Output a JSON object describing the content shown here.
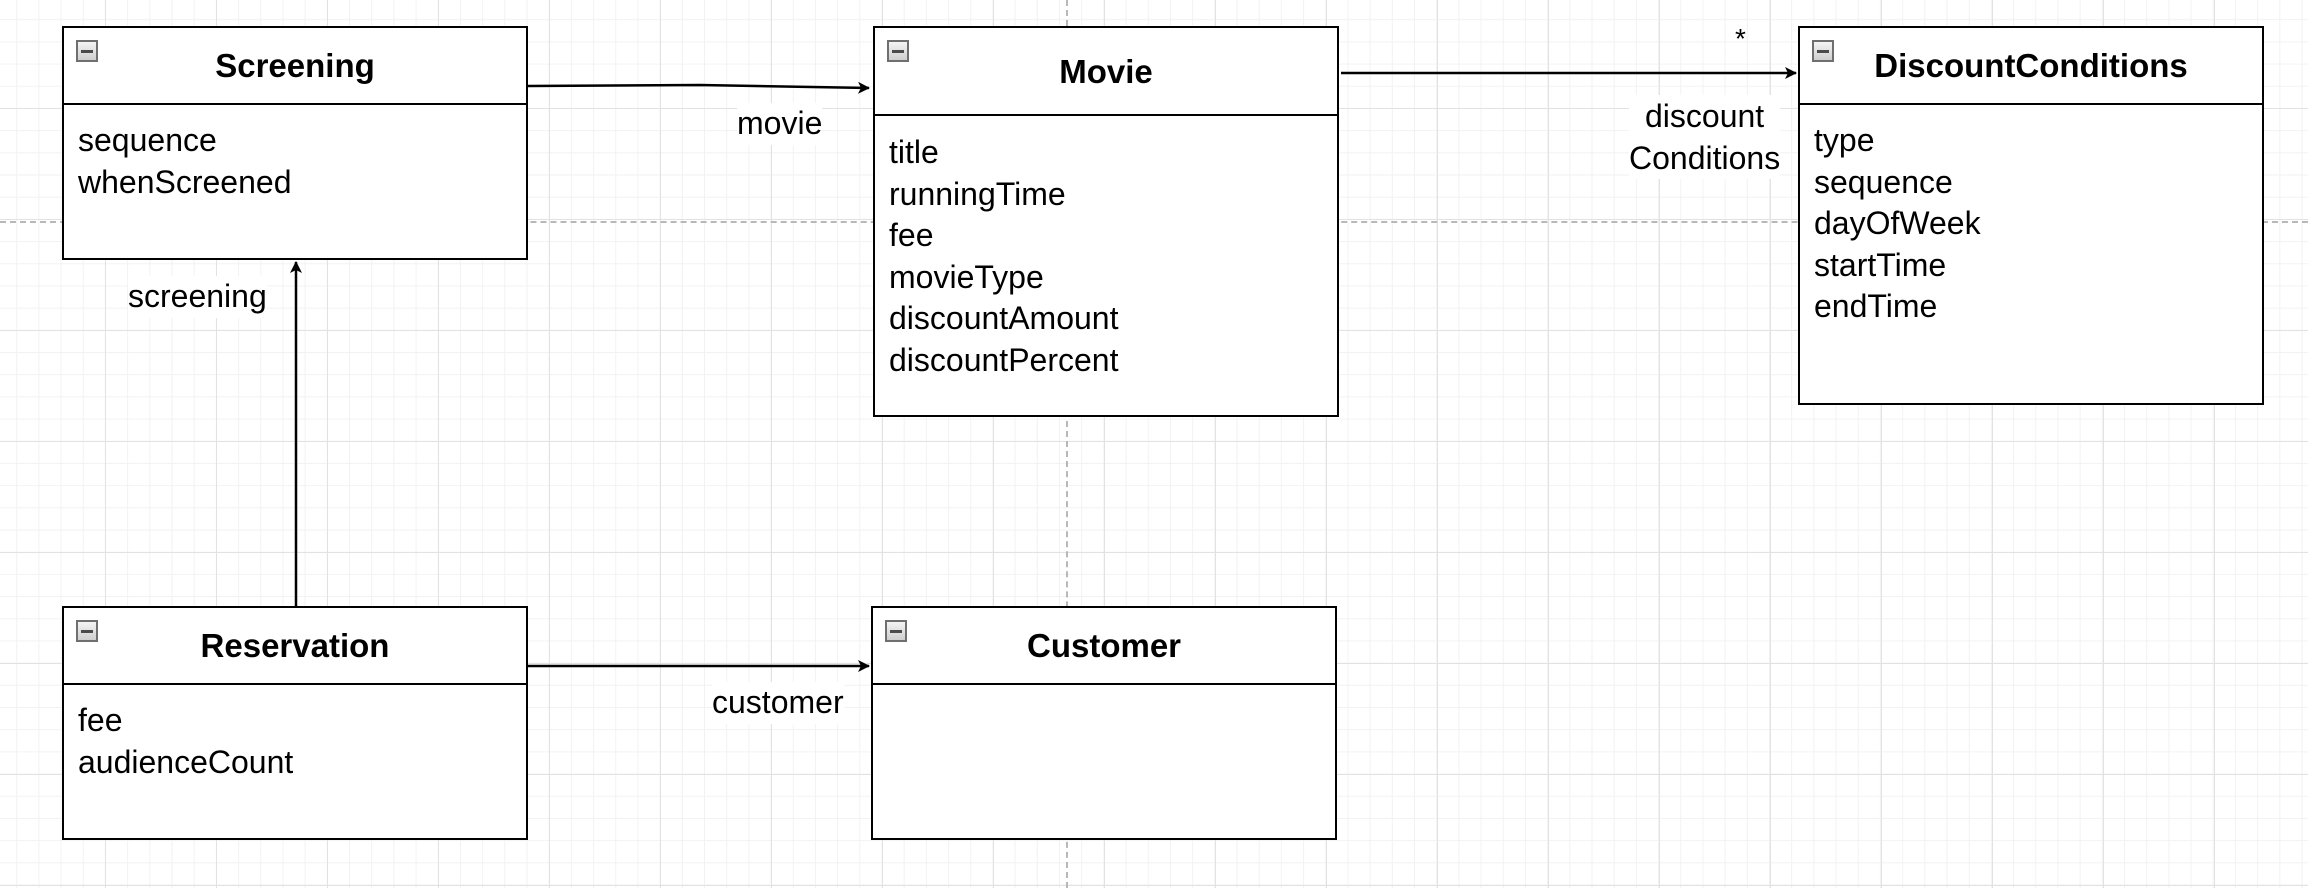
{
  "classes": {
    "screening": {
      "name": "Screening",
      "attributes": [
        "sequence",
        "whenScreened"
      ]
    },
    "movie": {
      "name": "Movie",
      "attributes": [
        "title",
        "runningTime",
        "fee",
        "movieType",
        "discountAmount",
        "discountPercent"
      ]
    },
    "discount_conditions": {
      "name": "DiscountConditions",
      "attributes": [
        "type",
        "sequence",
        "dayOfWeek",
        "startTime",
        "endTime"
      ]
    },
    "reservation": {
      "name": "Reservation",
      "attributes": [
        "fee",
        "audienceCount"
      ]
    },
    "customer": {
      "name": "Customer",
      "attributes": []
    }
  },
  "associations": {
    "screening_movie": {
      "from": "Screening",
      "to": "Movie",
      "label": "movie"
    },
    "movie_discount": {
      "from": "Movie",
      "to": "DiscountConditions",
      "label_line1": "discount",
      "label_line2": "Conditions",
      "multiplicity": "*"
    },
    "reservation_screening": {
      "from": "Reservation",
      "to": "Screening",
      "label": "screening"
    },
    "reservation_customer": {
      "from": "Reservation",
      "to": "Customer",
      "label": "customer"
    }
  }
}
